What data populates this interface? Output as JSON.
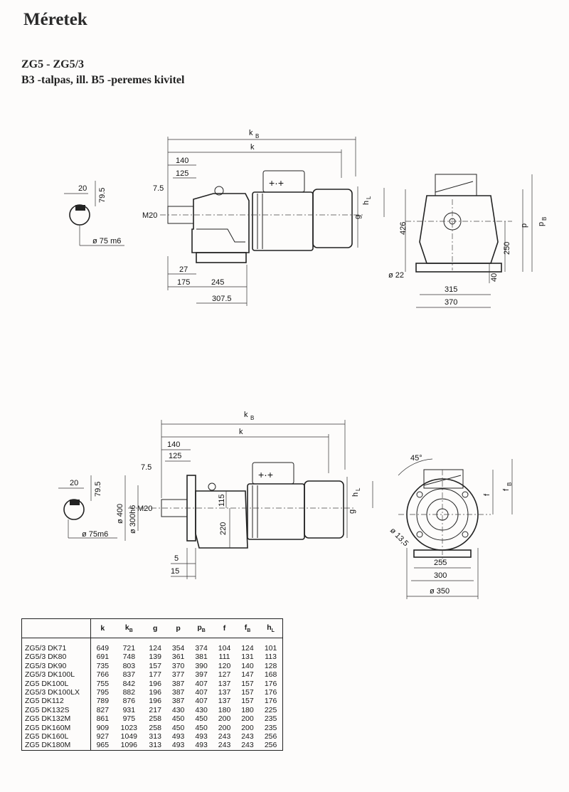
{
  "header": {
    "title": "Méretek",
    "series": "ZG5 - ZG5/3",
    "variant": "B3 -talpas, ill. B5 -peremes kivitel"
  },
  "drawing_b3": {
    "labels": {
      "kB": "k",
      "kB_sub": "B",
      "k": "k",
      "d140": "140",
      "d125": "125",
      "d7_5": "7.5",
      "m20": "M20",
      "d27": "27",
      "d175": "175",
      "d245": "245",
      "d307_5": "307.5",
      "key20": "20",
      "key79_5": "79.5",
      "shaft": "ø 75 m6",
      "hL": "h",
      "hL_sub": "L",
      "g": "g",
      "d426": "426",
      "p": "p",
      "pB": "p",
      "pB_sub": "B",
      "d250": "250",
      "d40": "40",
      "d22": "ø 22",
      "d315": "315",
      "d370": "370"
    }
  },
  "drawing_b5": {
    "labels": {
      "kB": "k",
      "kB_sub": "B",
      "k": "k",
      "d140": "140",
      "d125": "125",
      "d7_5": "7.5",
      "m20": "M20",
      "d400": "ø 400",
      "d300h6": "ø 300h6",
      "d115": "115",
      "d220": "220",
      "d5": "5",
      "d15": "15",
      "key20": "20",
      "key79_5": "79.5",
      "shaft": "ø 75m6",
      "hL": "h",
      "hL_sub": "L",
      "g": "g",
      "a45": "45°",
      "f": "f",
      "fB": "f",
      "fB_sub": "B",
      "d13_5": "ø 13,5",
      "d255": "255",
      "d300": "300",
      "d350": "ø 350"
    }
  },
  "table": {
    "columns": [
      "k",
      "k_B",
      "g",
      "p",
      "p_B",
      "f",
      "f_B",
      "h_L"
    ],
    "rows": [
      {
        "model": "ZG5/3  DK71",
        "values": [
          "649",
          "721",
          "124",
          "354",
          "374",
          "104",
          "124",
          "101"
        ]
      },
      {
        "model": "ZG5/3  DK80",
        "values": [
          "691",
          "748",
          "139",
          "361",
          "381",
          "111",
          "131",
          "113"
        ]
      },
      {
        "model": "ZG5/3  DK90",
        "values": [
          "735",
          "803",
          "157",
          "370",
          "390",
          "120",
          "140",
          "128"
        ]
      },
      {
        "model": "ZG5/3  DK100L",
        "values": [
          "766",
          "837",
          "177",
          "377",
          "397",
          "127",
          "147",
          "168"
        ]
      },
      {
        "model": "ZG5    DK100L",
        "values": [
          "755",
          "842",
          "196",
          "387",
          "407",
          "137",
          "157",
          "176"
        ]
      },
      {
        "model": "ZG5/3  DK100LX",
        "values": [
          "795",
          "882",
          "196",
          "387",
          "407",
          "137",
          "157",
          "176"
        ]
      },
      {
        "model": "ZG5    DK112",
        "values": [
          "789",
          "876",
          "196",
          "387",
          "407",
          "137",
          "157",
          "176"
        ]
      },
      {
        "model": "ZG5    DK132S",
        "values": [
          "827",
          "931",
          "217",
          "430",
          "430",
          "180",
          "180",
          "225"
        ]
      },
      {
        "model": "ZG5    DK132M",
        "values": [
          "861",
          "975",
          "258",
          "450",
          "450",
          "200",
          "200",
          "235"
        ]
      },
      {
        "model": "ZG5    DK160M",
        "values": [
          "909",
          "1023",
          "258",
          "450",
          "450",
          "200",
          "200",
          "235"
        ]
      },
      {
        "model": "ZG5    DK160L",
        "values": [
          "927",
          "1049",
          "313",
          "493",
          "493",
          "243",
          "243",
          "256"
        ]
      },
      {
        "model": "ZG5    DK180M",
        "values": [
          "965",
          "1096",
          "313",
          "493",
          "493",
          "243",
          "243",
          "256"
        ]
      }
    ]
  }
}
